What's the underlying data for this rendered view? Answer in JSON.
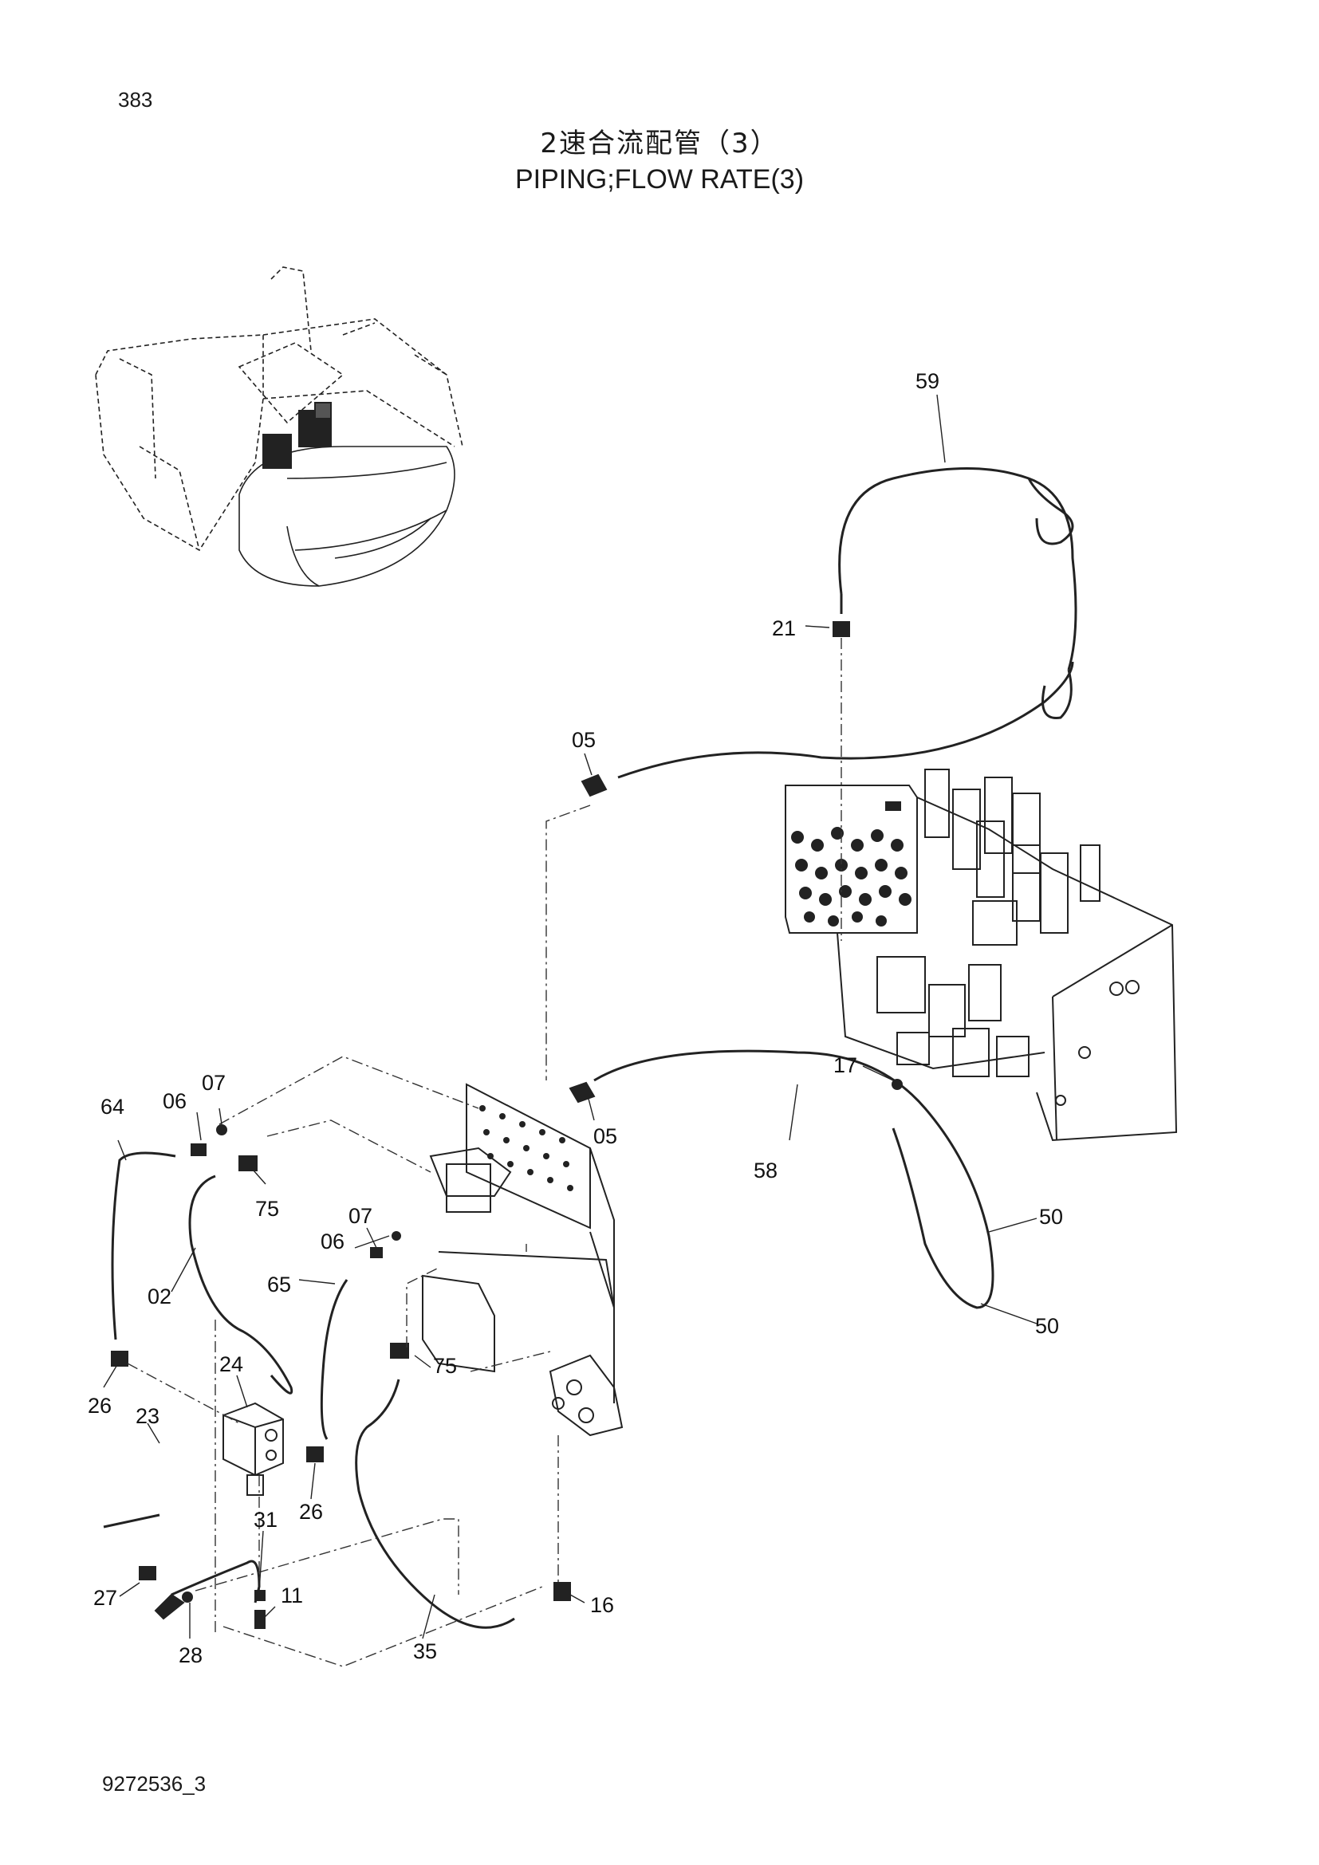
{
  "header": {
    "page_number": "383",
    "title_jp": "2速合流配管（3）",
    "title_en": "PIPING;FLOW RATE(3)"
  },
  "footer": {
    "doc_id": "9272536_3"
  },
  "callouts": {
    "c59": "59",
    "c21": "21",
    "c05a": "05",
    "c05b": "05",
    "c17": "17",
    "c58": "58",
    "c64": "64",
    "c06a": "06",
    "c07a": "07",
    "c75a": "75",
    "c07b": "07",
    "c06b": "06",
    "c65": "65",
    "c02": "02",
    "c50a": "50",
    "c50b": "50",
    "c24": "24",
    "c26a": "26",
    "c23": "23",
    "c75b": "75",
    "c26b": "26",
    "c31": "31",
    "c27": "27",
    "c11": "11",
    "c28": "28",
    "c35": "35",
    "c16": "16"
  }
}
